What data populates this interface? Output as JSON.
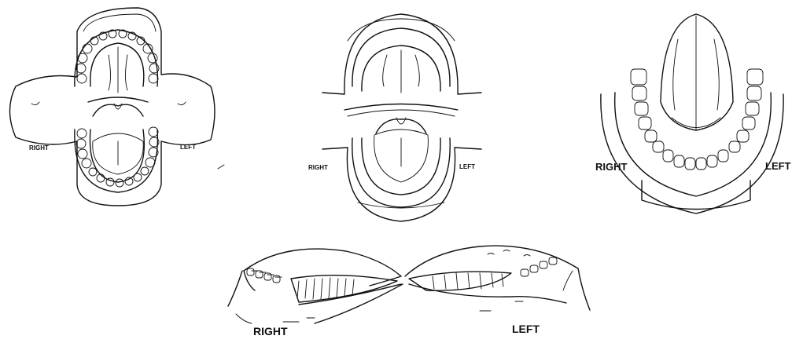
{
  "diagrams": {
    "maxilla_mandible_full": {
      "right_label": "RIGHT",
      "left_label": "LEFT"
    },
    "maxilla_mandible_edentulous": {
      "right_label": "RIGHT",
      "left_label": "LEFT"
    },
    "tongue_mandible": {
      "right_label": "RIGHT",
      "left_label": "LEFT"
    },
    "buccal_lateral": {
      "right_label": "RIGHT",
      "left_label": "LEFT"
    }
  }
}
